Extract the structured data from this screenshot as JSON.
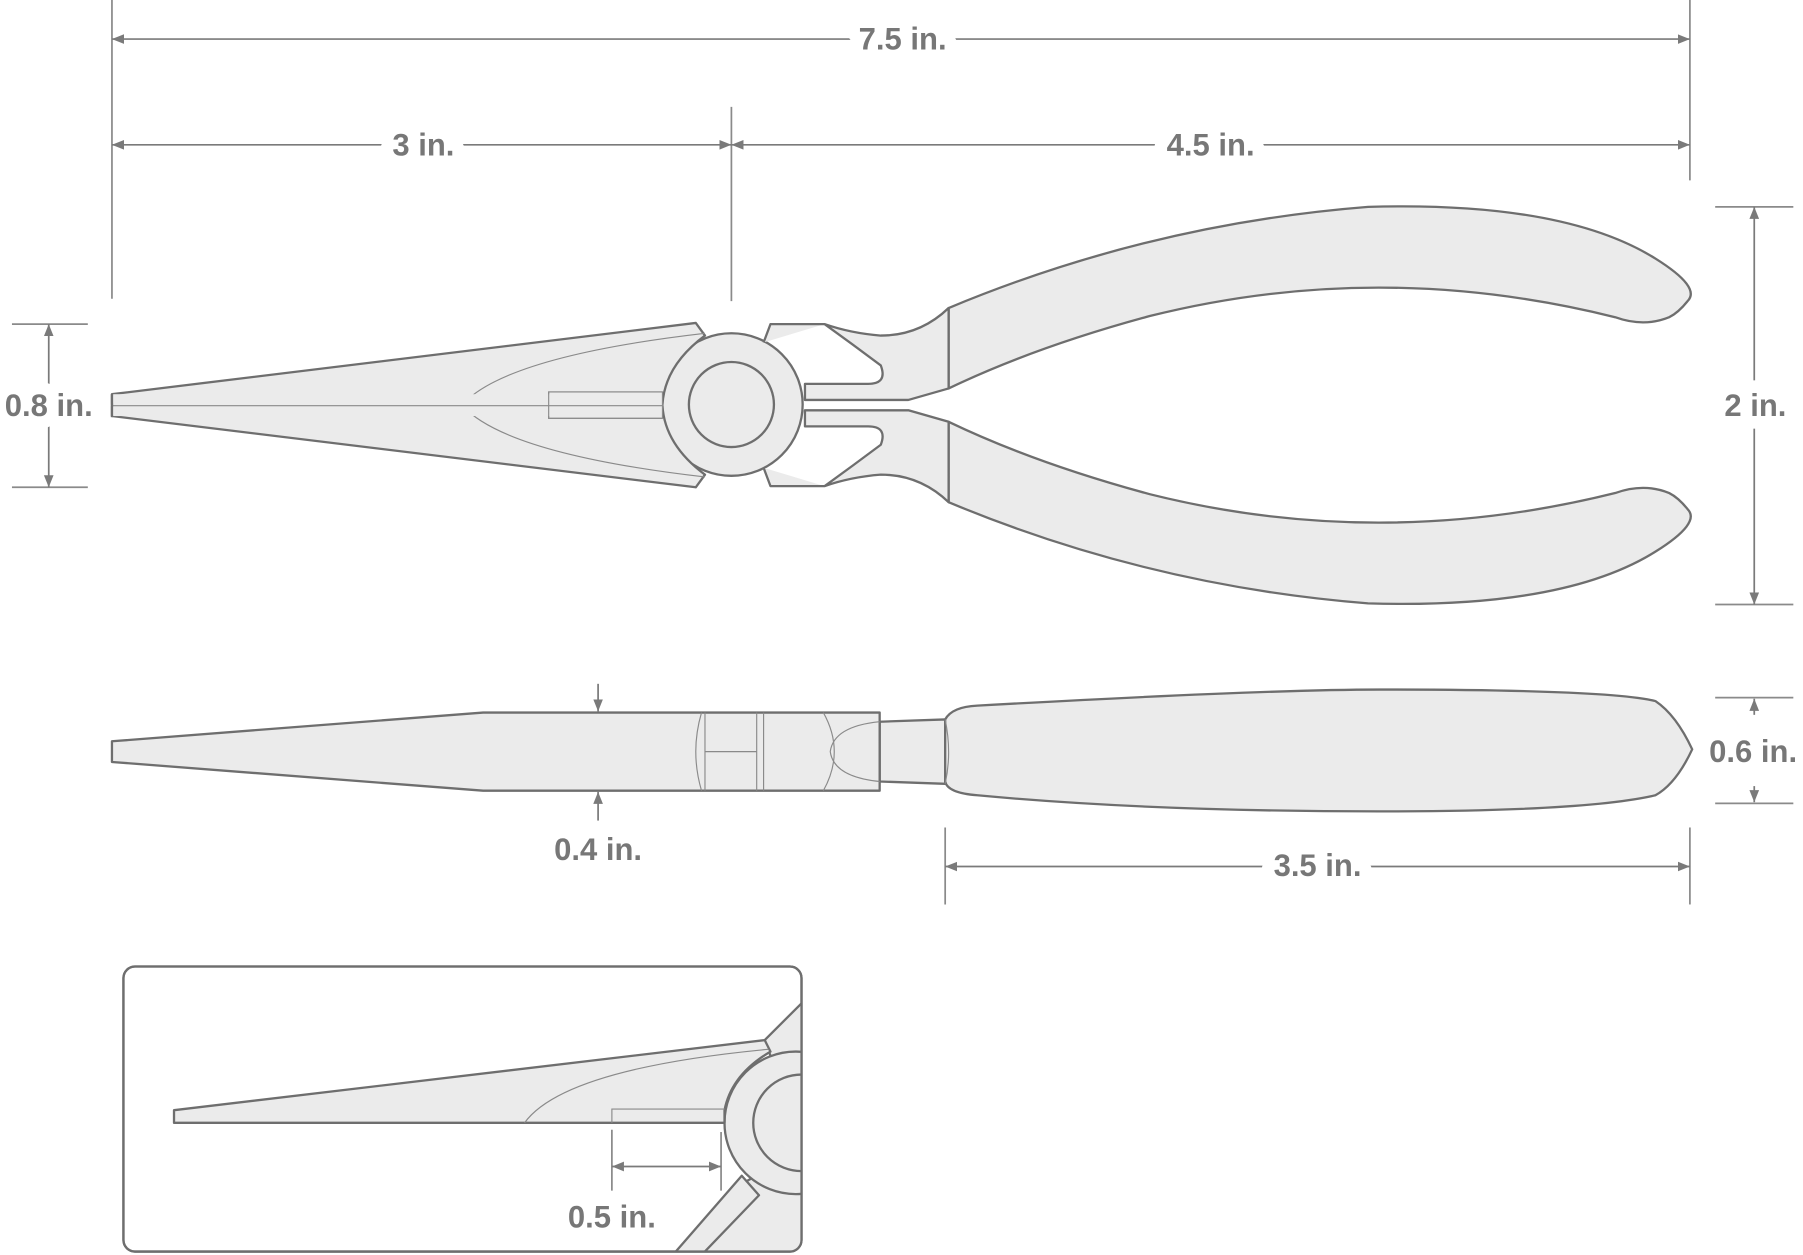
{
  "dimensions": {
    "overall_length": "7.5 in.",
    "jaw_length": "3 in.",
    "handle_span": "4.5 in.",
    "jaw_width": "0.8 in.",
    "handle_width": "2 in.",
    "jaw_thickness": "0.4 in.",
    "handle_thickness": "0.6 in.",
    "grip_length": "3.5 in.",
    "serration_length": "0.5 in."
  },
  "colors": {
    "part_fill": "#ebebeb",
    "outline": "#6e6e6e",
    "label": "#777777"
  }
}
